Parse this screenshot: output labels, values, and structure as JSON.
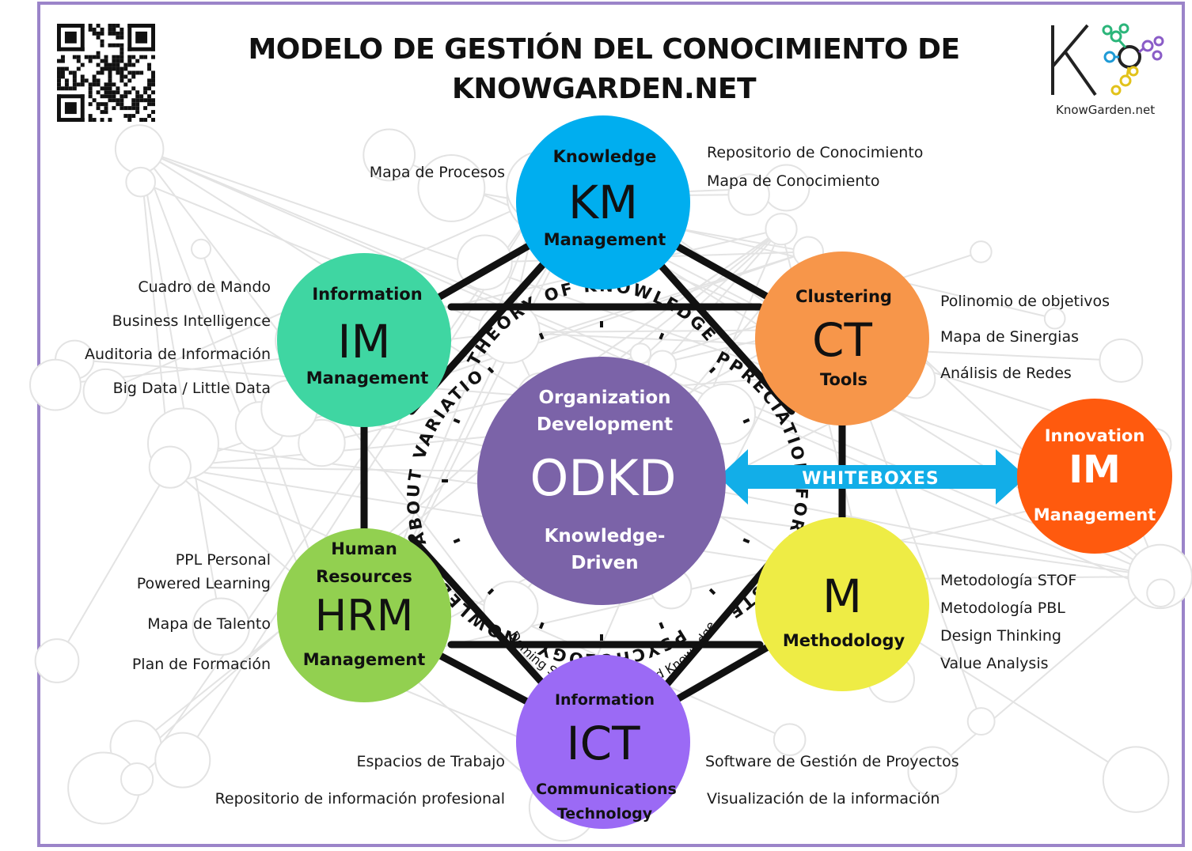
{
  "title": {
    "line1": "MODELO DE GESTIÓN DEL CONOCIMIENTO DE",
    "line2": "KNOWGARDEN.NET"
  },
  "logo": {
    "caption": "KnowGarden.net",
    "icon": "knowgarden-logo-icon"
  },
  "qr": {
    "icon": "qr-code-icon"
  },
  "center": {
    "line1": "Organization",
    "line2": "Development",
    "abbr": "ODKD",
    "line3": "Knowledge-",
    "line4": "Driven",
    "color": "#7b63a8"
  },
  "ring": {
    "theory": "THEORY OF KNOWLEDGE",
    "appreciation": "APPRECIATION FOR A SYSTEM",
    "psychology": "PSYCHOLOGY",
    "variation": "KNOWLEDGE ABOUT VARIATION",
    "deming": "Deming System of Profound Knowledge"
  },
  "nodes": {
    "km": {
      "top": "Knowledge",
      "abbr": "KM",
      "bottom": "Management",
      "color": "#00aeef"
    },
    "ct": {
      "top": "Clustering",
      "abbr": "CT",
      "bottom": "Tools",
      "color": "#f7964a"
    },
    "m": {
      "abbr": "M",
      "bottom": "Methodology",
      "color": "#eeec45"
    },
    "ict": {
      "top": "Information",
      "abbr": "ICT",
      "bottom1": "Communications",
      "bottom2": "Technology",
      "color": "#9b6af5"
    },
    "hrm": {
      "top1": "Human",
      "top2": "Resources",
      "abbr": "HRM",
      "bottom": "Management",
      "color": "#92d050"
    },
    "im": {
      "top": "Information",
      "abbr": "IM",
      "bottom": "Management",
      "color": "#3fd6a2"
    },
    "innovation": {
      "top": "Innovation",
      "abbr": "IM",
      "bottom": "Management",
      "color": "#ff5a0e"
    }
  },
  "whiteboxes": {
    "label": "WHITEBOXES",
    "color": "#12aee8"
  },
  "notes": {
    "km_left": [
      "Mapa de Procesos"
    ],
    "km_right": [
      "Repositorio de Conocimiento",
      "Mapa de Conocimiento"
    ],
    "im_left": [
      "Cuadro de Mando",
      "Business Intelligence",
      "Auditoria de Información",
      "Big Data / Little Data"
    ],
    "ct_right": [
      "Polinomio de objetivos",
      "Mapa de Sinergias",
      "Análisis de Redes"
    ],
    "hrm_left": [
      "PPL Personal",
      "Powered Learning",
      "Mapa de Talento",
      "Plan de Formación"
    ],
    "m_right": [
      "Metodología STOF",
      "Metodología PBL",
      "Design Thinking",
      "Value Analysis"
    ],
    "ict_left": [
      "Espacios de Trabajo",
      "Repositorio de información profesional"
    ],
    "ict_right": [
      "Software de Gestión de Proyectos",
      "Visualización de la información"
    ]
  }
}
